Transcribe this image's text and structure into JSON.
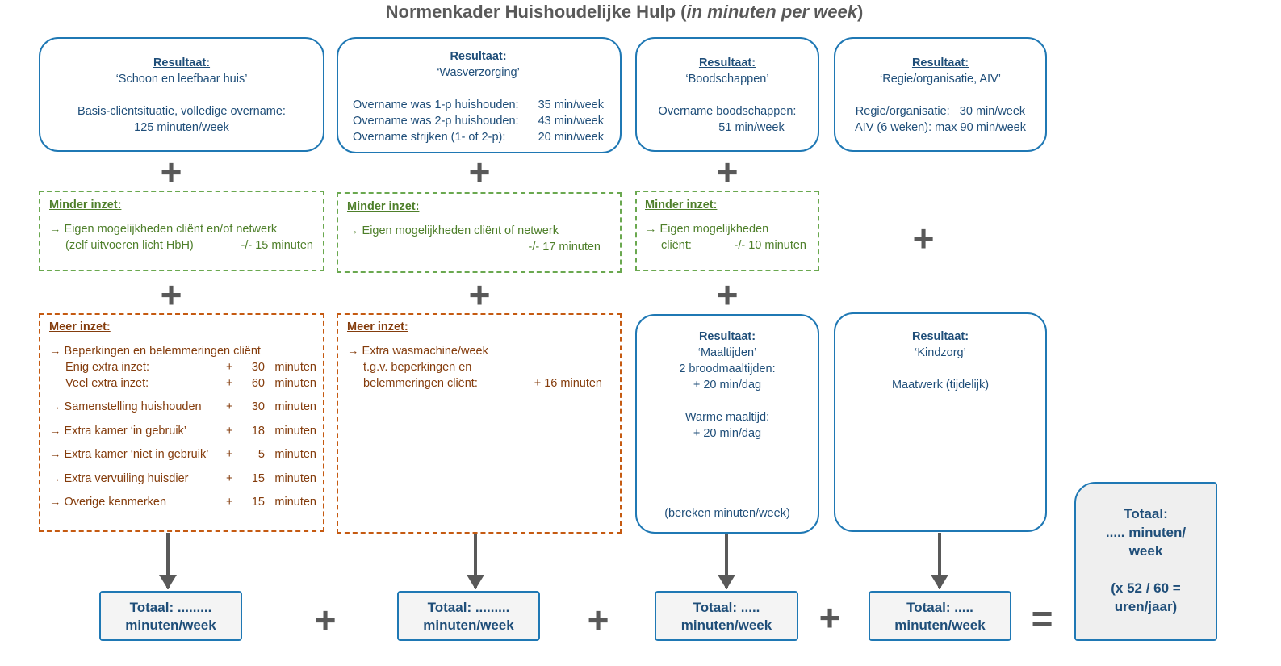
{
  "title": {
    "main": "Normenkader Huishoudelijke Hulp (",
    "italic": "in minuten per week",
    "end": ")"
  },
  "col1": {
    "result": {
      "head": "Resultaat:",
      "name": "‘Schoon en leefbaar huis’",
      "l1": "Basis-cliëntsituatie, volledige overname:",
      "l2": "125 minuten/week"
    },
    "minder": {
      "head": "Minder inzet:",
      "l1": "→ Eigen mogelijkheden cliënt en/of netwerk",
      "l2a": "(zelf uitvoeren licht HbH)",
      "l2b": "-/- 15 minuten"
    },
    "meer": {
      "head": "Meer inzet:",
      "l1": "→ Beperkingen en belemmeringen cliënt",
      "rows": [
        {
          "label": "Enig extra inzet:",
          "plus": "+",
          "num": "30",
          "unit": "minuten"
        },
        {
          "label": "Veel extra inzet:",
          "plus": "+",
          "num": "60",
          "unit": "minuten"
        },
        {
          "label": "→ Samenstelling huishouden",
          "plus": "+",
          "num": "30",
          "unit": "minuten"
        },
        {
          "label": "→ Extra kamer ‘in gebruik’",
          "plus": "+",
          "num": "18",
          "unit": "minuten"
        },
        {
          "label": "→ Extra kamer ‘niet in gebruik’",
          "plus": "+",
          "num": "5",
          "unit": "minuten"
        },
        {
          "label": "→ Extra vervuiling huisdier",
          "plus": "+",
          "num": "15",
          "unit": "minuten"
        },
        {
          "label": "→ Overige kenmerken",
          "plus": "+",
          "num": "15",
          "unit": "minuten"
        }
      ]
    },
    "total": {
      "l1": "Totaal: .........",
      "l2": "minuten/week"
    }
  },
  "col2": {
    "result": {
      "head": "Resultaat:",
      "name": "‘Wasverzorging’",
      "rows": [
        {
          "label": "Overname was 1-p huishouden:",
          "value": "35 min/week"
        },
        {
          "label": "Overname was 2-p huishouden:",
          "value": "43 min/week"
        },
        {
          "label": "Overname strijken (1- of 2-p):",
          "value": "20 min/week"
        }
      ]
    },
    "minder": {
      "head": "Minder inzet:",
      "l1": "→ Eigen mogelijkheden cliënt of netwerk",
      "l2": "-/- 17 minuten"
    },
    "meer": {
      "head": "Meer inzet:",
      "l1": "→ Extra wasmachine/week",
      "l2": "t.g.v. beperkingen en",
      "l3a": "belemmeringen cliënt:",
      "l3b": "+ 16 minuten"
    },
    "total": {
      "l1": "Totaal: .........",
      "l2": "minuten/week"
    }
  },
  "col3": {
    "result": {
      "head": "Resultaat:",
      "name": "‘Boodschappen’",
      "l1": "Overname boodschappen:",
      "l2": "51 min/week"
    },
    "minder": {
      "head": "Minder inzet:",
      "l1": "→ Eigen mogelijkheden",
      "l2a": "cliënt:",
      "l2b": "-/- 10 minuten"
    },
    "result2": {
      "head": "Resultaat:",
      "name": "‘Maaltijden’",
      "l1": "2 broodmaaltijden:",
      "l2": "+ 20 min/dag",
      "l3": "Warme maaltijd:",
      "l4": "+ 20 min/dag",
      "l5": "(bereken minuten/week)"
    },
    "total": {
      "l1": "Totaal: .....",
      "l2": "minuten/week"
    }
  },
  "col4": {
    "result": {
      "head": "Resultaat:",
      "name": "‘Regie/organisatie, AIV’",
      "l1a": "Regie/organisatie:",
      "l1b": "30 min/week",
      "l2": "AIV (6 weken): max 90 min/week"
    },
    "result2": {
      "head": "Resultaat:",
      "name": "‘Kindzorg’",
      "l1": "Maatwerk (tijdelijk)"
    },
    "total": {
      "l1": "Totaal: .....",
      "l2": "minuten/week"
    }
  },
  "grand": {
    "l1": "Totaal:",
    "l2": "..... minuten/",
    "l3": "week",
    "l4": "(x 52 / 60 =",
    "l5": "uren/jaar)"
  },
  "ops": {
    "plus": "+",
    "equals": "="
  }
}
